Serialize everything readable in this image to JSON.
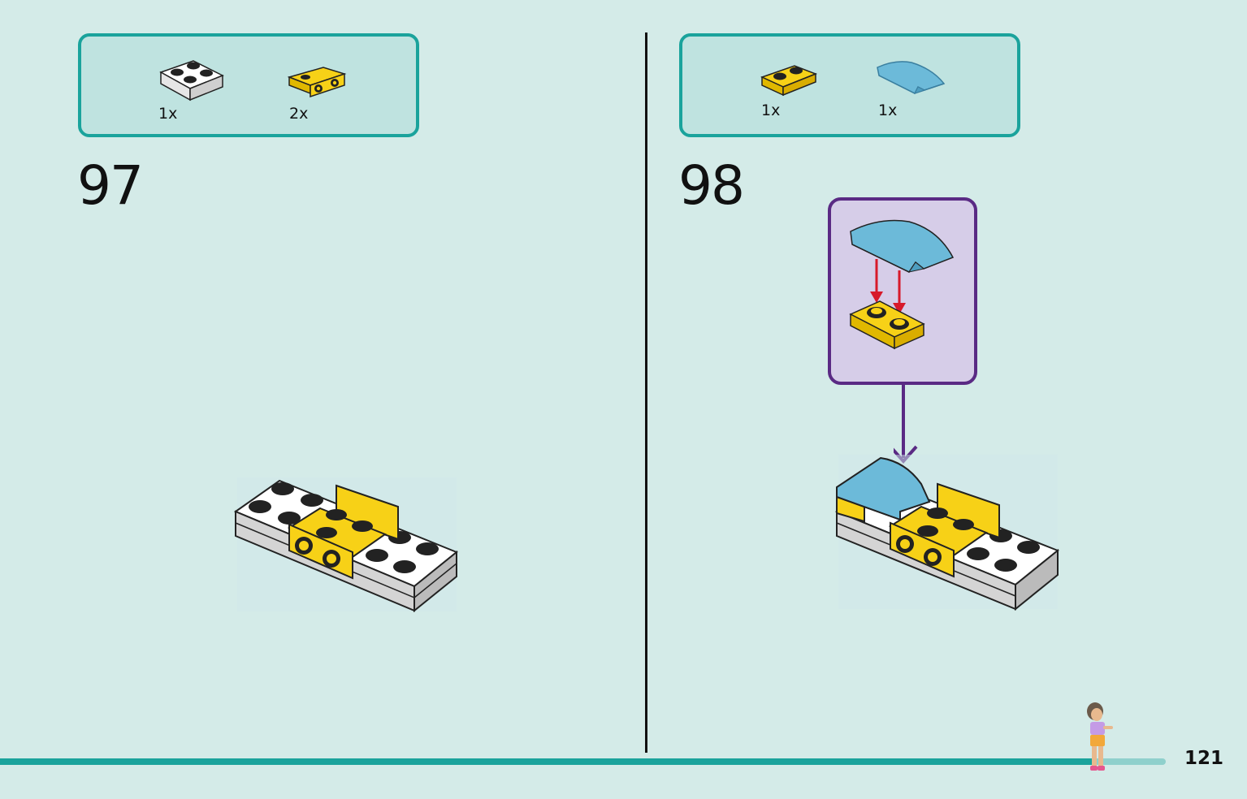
{
  "steps": [
    {
      "number": "97",
      "parts": [
        {
          "icon": "white-plate-2x2-icon",
          "quantity": "1x",
          "color": "#ffffff"
        },
        {
          "icon": "yellow-bracket-plate-icon",
          "quantity": "2x",
          "color": "#f7d117"
        }
      ]
    },
    {
      "number": "98",
      "parts": [
        {
          "icon": "yellow-plate-1x2-icon",
          "quantity": "1x",
          "color": "#f7d117"
        },
        {
          "icon": "medium-azure-curved-slope-icon",
          "quantity": "1x",
          "color": "#6cbad9"
        }
      ]
    }
  ],
  "page_number": "121",
  "colors": {
    "background": "#d4ebe8",
    "parts_box_border": "#1aa39c",
    "parts_box_fill": "#bfe3e0",
    "callout_border": "#5a2a84",
    "callout_fill": "#d6cde8",
    "arrow_red": "#d7192a",
    "arrow_purple": "#5a2a84"
  }
}
